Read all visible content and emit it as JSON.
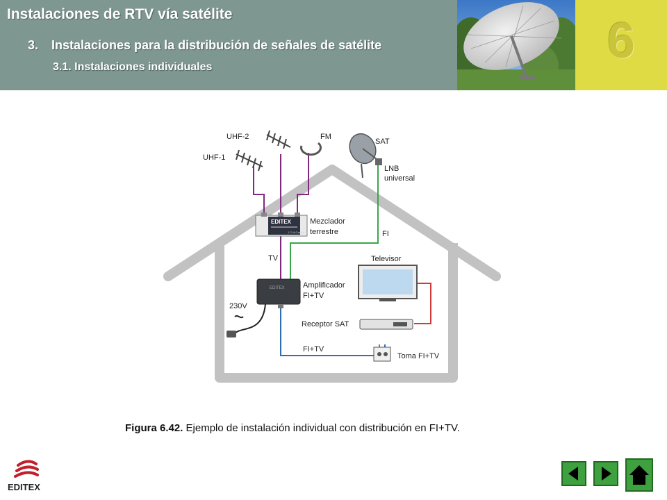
{
  "header": {
    "title": "Instalaciones de RTV vía satélite",
    "section_number": "3.",
    "section_title": "Instalaciones para la distribución de señales de satélite",
    "subsection": "3.1. Instalaciones individuales",
    "chapter": "6"
  },
  "diagram": {
    "labels": {
      "uhf2": "UHF-2",
      "uhf1": "UHF-1",
      "fm": "FM",
      "sat": "SAT",
      "lnb": "LNB",
      "lnb2": "universal",
      "mezclador": "Mezclador",
      "mezclador2": "terrestre",
      "mixer_brand": "EDITEX",
      "mixer_small": "J.C.M.Castillo",
      "amp_brand": "EDITEX",
      "fi": "FI",
      "tv": "TV",
      "amplificador": "Amplificador",
      "amplificador2": "FI+TV",
      "v230": "230V",
      "televisor": "Televisor",
      "receptor": "Receptor SAT",
      "fitv": "FI+TV",
      "toma": "Toma FI+TV"
    },
    "colors": {
      "house": "#c2c2c2",
      "cable_terrestrial": "#7f2a7f",
      "cable_fi": "#3aa64a",
      "cable_fitv": "#2e6fb3",
      "cable_video": "#d23a3a"
    }
  },
  "caption": {
    "label": "Figura 6.42.",
    "text": " Ejemplo de instalación individual con distribución en FI+TV."
  },
  "footer": {
    "logo_text": "EDITEX",
    "icons": [
      "arrow-left-icon",
      "arrow-right-icon",
      "home-icon"
    ]
  }
}
